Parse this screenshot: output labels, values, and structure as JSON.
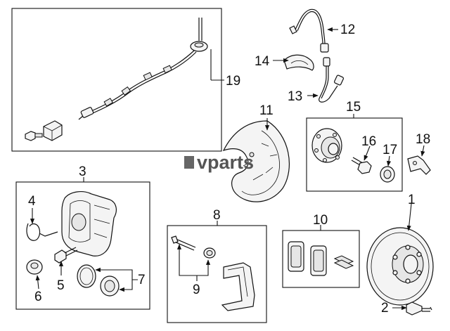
{
  "watermark": "vparts",
  "callouts": {
    "c1": "1",
    "c2": "2",
    "c3": "3",
    "c4": "4",
    "c5": "5",
    "c6": "6",
    "c7": "7",
    "c8": "8",
    "c9": "9",
    "c10": "10",
    "c11": "11",
    "c12": "12",
    "c13": "13",
    "c14": "14",
    "c15": "15",
    "c16": "16",
    "c17": "17",
    "c18": "18",
    "c19": "19"
  }
}
